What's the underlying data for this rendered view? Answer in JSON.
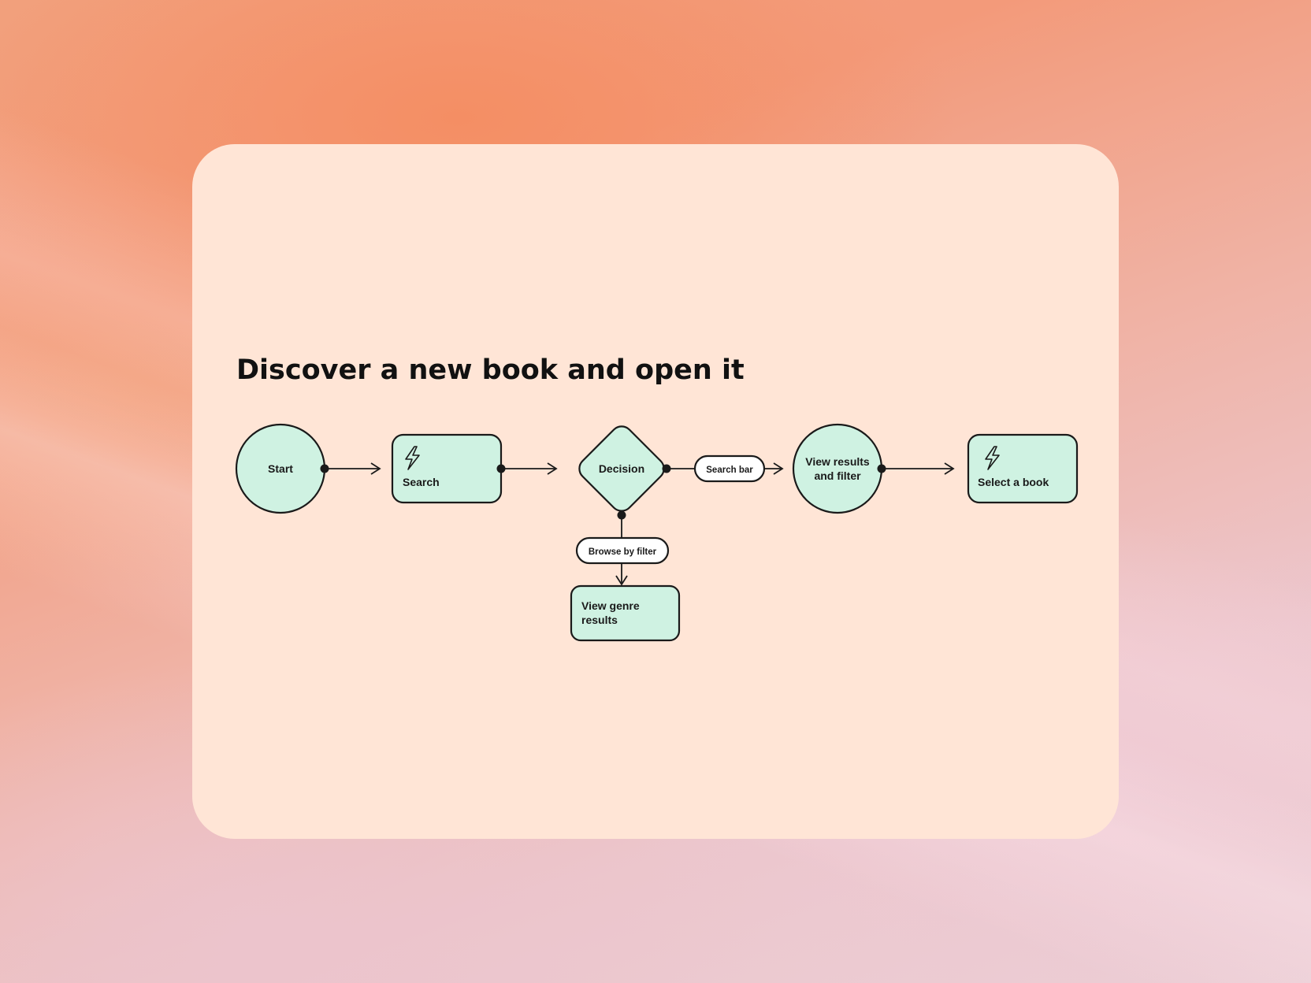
{
  "title": "Discover a new book and open it",
  "nodes": {
    "start": {
      "label": "Start",
      "shape": "circle"
    },
    "search": {
      "label": "Search",
      "shape": "rounded-rect",
      "icon": "lightning-bolt-icon"
    },
    "decision": {
      "label": "Decision",
      "shape": "diamond"
    },
    "view_results": {
      "label_line1": "View results",
      "label_line2": "and filter",
      "shape": "circle"
    },
    "select_book": {
      "label": "Select a book",
      "shape": "rounded-rect",
      "icon": "lightning-bolt-icon"
    },
    "view_genre": {
      "label_line1": "View genre",
      "label_line2": "results",
      "shape": "rounded-rect"
    }
  },
  "edge_labels": {
    "search_bar": "Search bar",
    "browse_by_filter": "Browse by filter"
  },
  "colors": {
    "node_fill": "#cff2e2",
    "card_background": "#ffe5d6",
    "stroke": "#1a1a1a",
    "label_pill_fill": "#ffffff"
  }
}
